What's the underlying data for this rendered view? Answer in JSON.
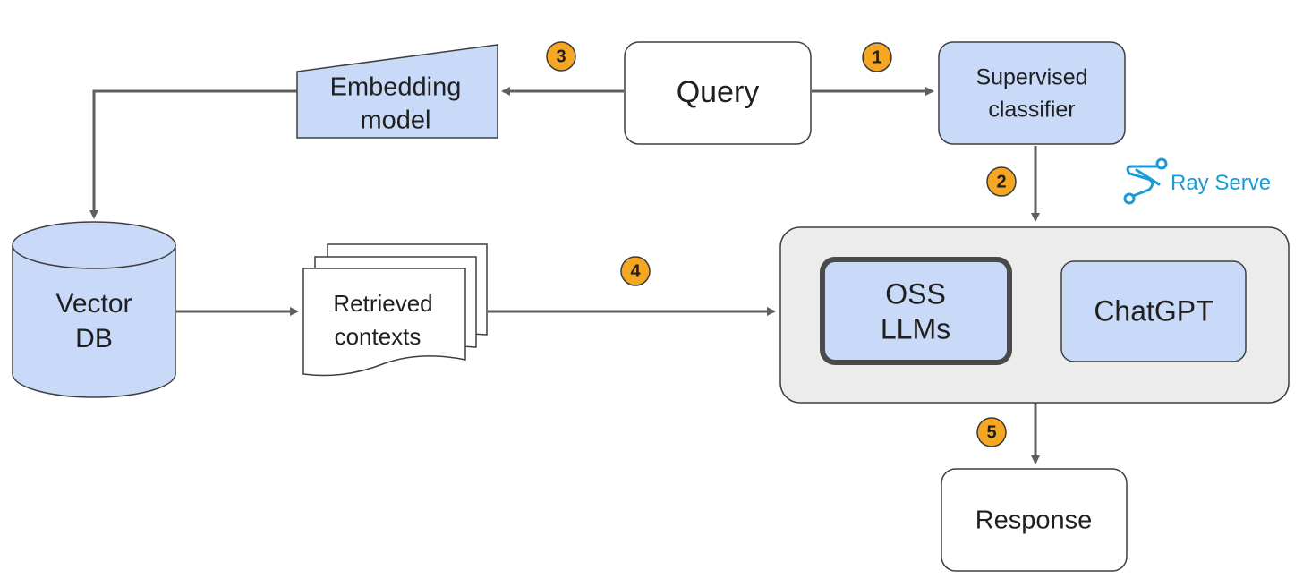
{
  "nodes": {
    "query": "Query",
    "classifier_line1": "Supervised",
    "classifier_line2": "classifier",
    "embedding_line1": "Embedding",
    "embedding_line2": "model",
    "vectordb_line1": "Vector",
    "vectordb_line2": "DB",
    "contexts_line1": "Retrieved",
    "contexts_line2": "contexts",
    "oss_line1": "OSS",
    "oss_line2": "LLMs",
    "chatgpt": "ChatGPT",
    "response": "Response"
  },
  "steps": [
    "1",
    "2",
    "3",
    "4",
    "5"
  ],
  "brand": {
    "name": "Ray Serve",
    "logo_icon": "ray-serve-logo-icon"
  },
  "colors": {
    "node_fill": "#c9daf8",
    "plain_fill": "#ffffff",
    "group_fill": "#ececec",
    "step_badge": "#f5a623",
    "arrow": "#5f5f5f",
    "brand": "#1a9ad6"
  }
}
